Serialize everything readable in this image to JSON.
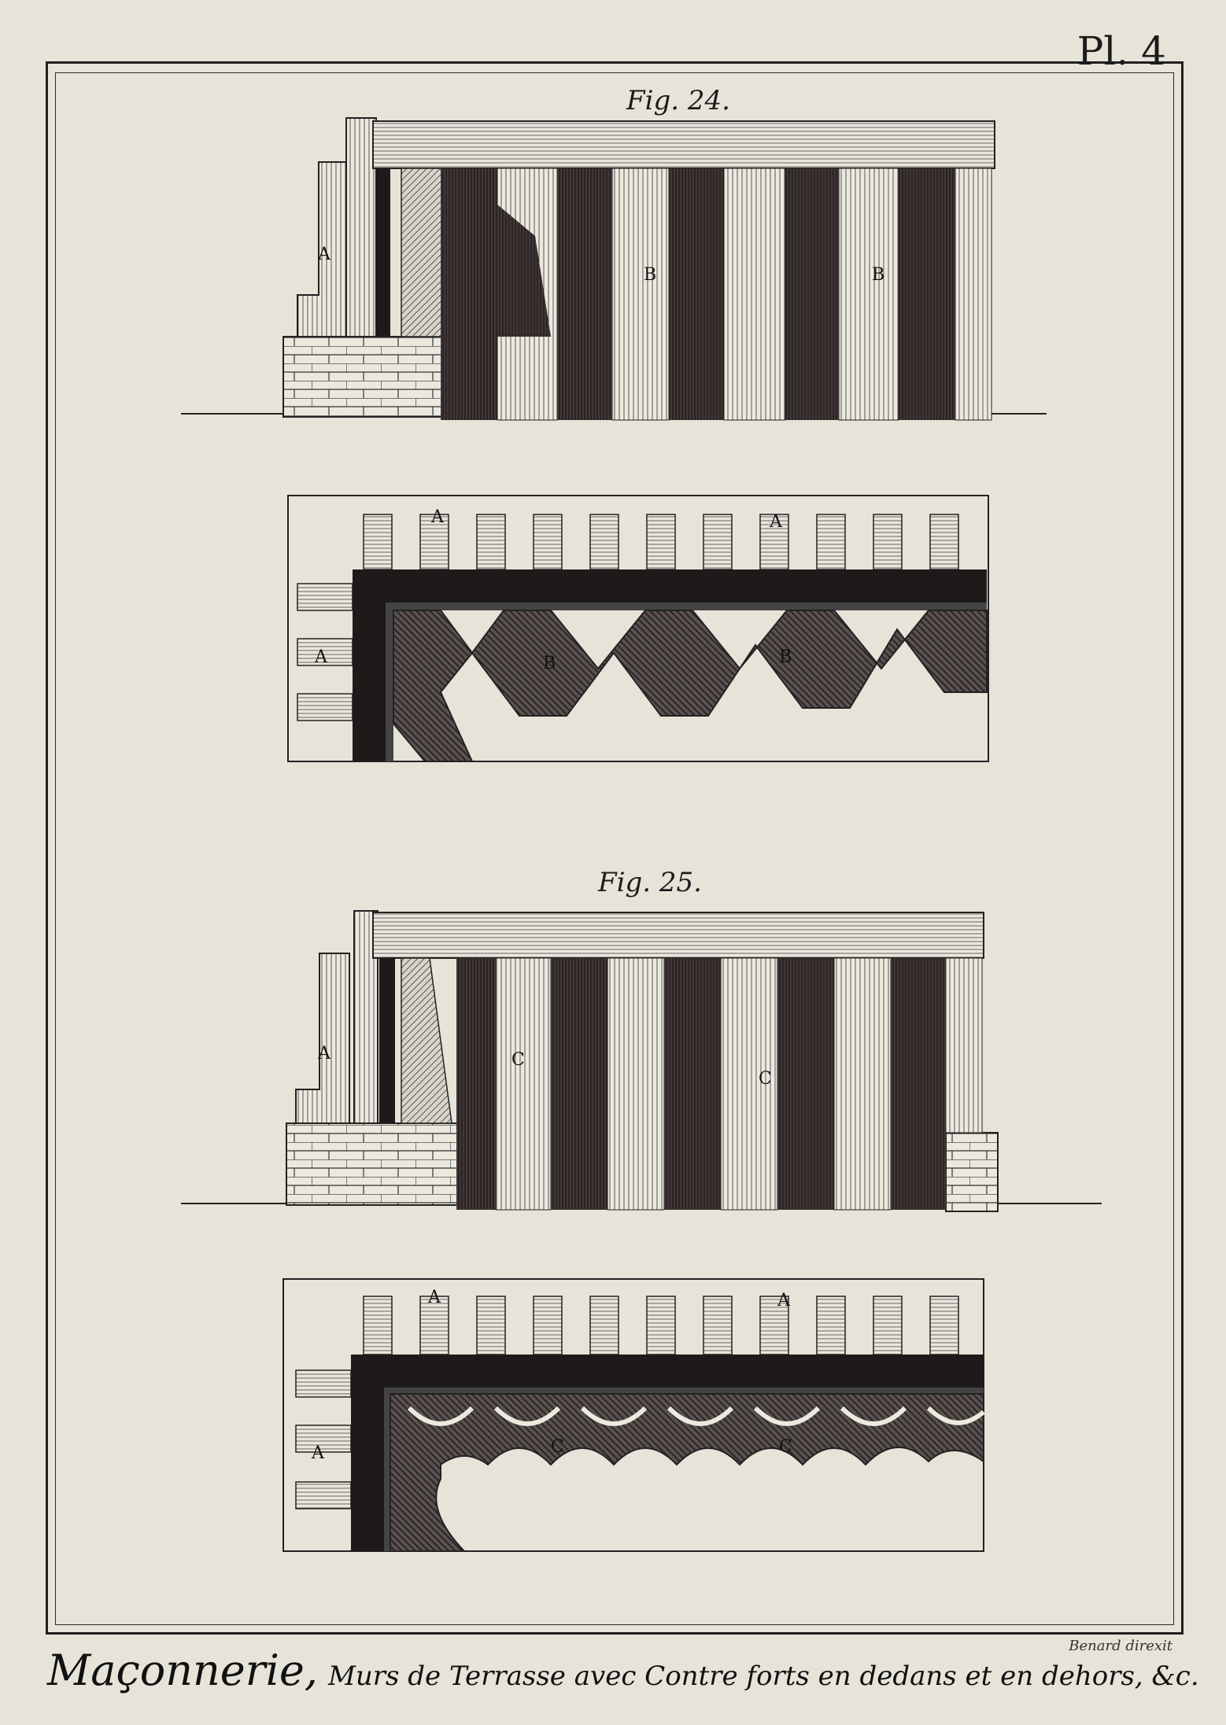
{
  "plate": {
    "number": "Pl. 4"
  },
  "figures": [
    {
      "caption": "Fig. 24.",
      "elevation_labels": [
        "A",
        "B",
        "B"
      ],
      "plan_labels": [
        "A",
        "A",
        "A",
        "B",
        "B"
      ]
    },
    {
      "caption": "Fig. 25.",
      "elevation_labels": [
        "A",
        "C",
        "C"
      ],
      "plan_labels": [
        "A",
        "A",
        "A",
        "C",
        "C"
      ]
    }
  ],
  "title": {
    "main": "Maçonnerie,",
    "subtitle": "Murs de Terrasse avec Contre forts en dedans et en dehors, &c."
  },
  "engraver": "Benard direxit",
  "colors": {
    "paper": "#e6e3d9",
    "ink": "#1b1b1b"
  }
}
